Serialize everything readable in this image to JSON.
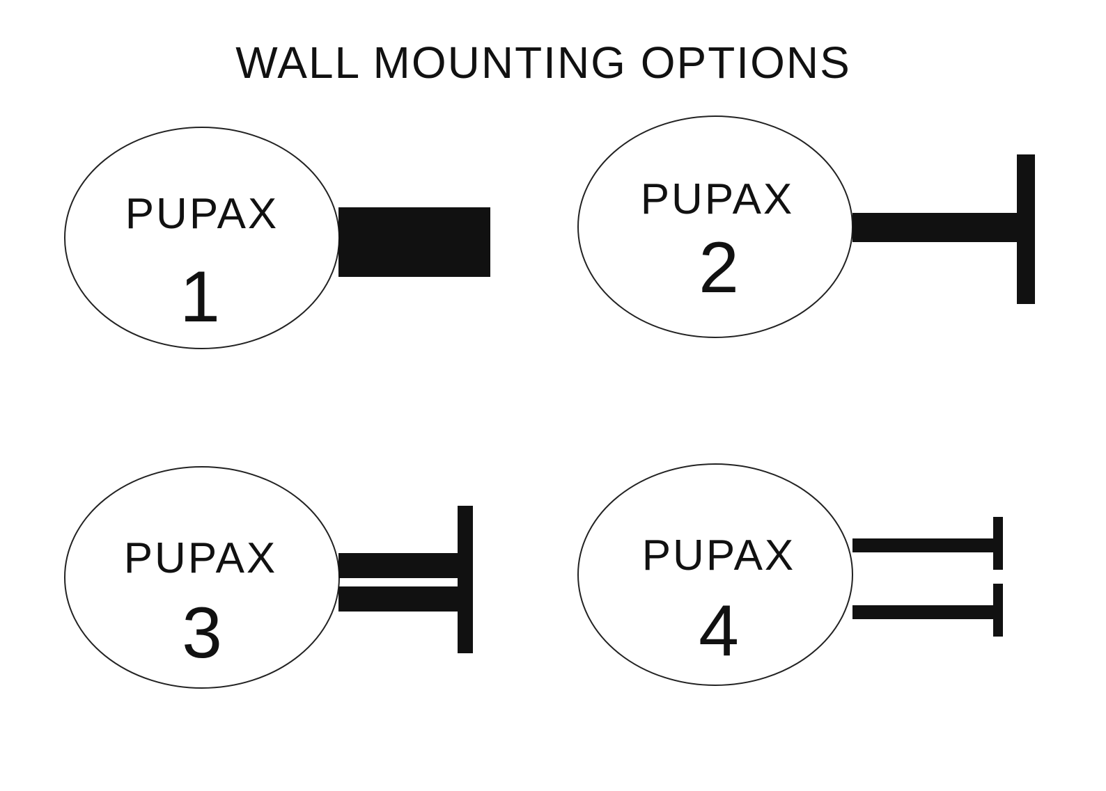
{
  "title": "WALL MOUNTING OPTIONS",
  "colors": {
    "ink": "#111111",
    "outline": "#222222",
    "background": "#ffffff"
  },
  "options": [
    {
      "brand": "PUPAX",
      "number": "1",
      "mount": "block-bracket"
    },
    {
      "brand": "PUPAX",
      "number": "2",
      "mount": "single-arm-t-plate"
    },
    {
      "brand": "PUPAX",
      "number": "3",
      "mount": "double-arm-single-plate"
    },
    {
      "brand": "PUPAX",
      "number": "4",
      "mount": "double-arm-double-plate"
    }
  ]
}
